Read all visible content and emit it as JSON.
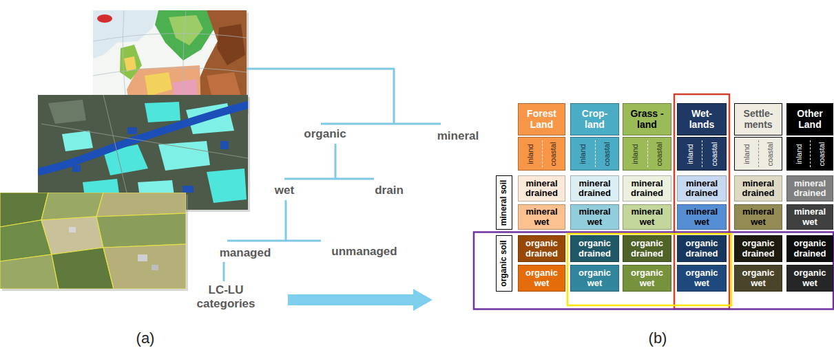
{
  "diagram": {
    "nodes": [
      {
        "text": [
          "Forest Land"
        ]
      },
      {
        "text": [
          "Crop- land"
        ]
      },
      {
        "text": [
          "Grass -land"
        ]
      },
      {
        "text": [
          "Wet- lands"
        ]
      },
      {
        "text": [
          "Settle- ments"
        ]
      },
      {
        "text": [
          "Other Land"
        ]
      },
      {
        "text": [
          "inland",
          "coastal"
        ]
      },
      {
        "text": [
          "inland",
          "coastal"
        ]
      },
      {
        "text": [
          "inland",
          "coastal"
        ]
      },
      {
        "text": [
          "inland",
          "coastal"
        ]
      },
      {
        "text": [
          "inland",
          "coastal"
        ]
      },
      {
        "text": [
          "inland",
          "coastal"
        ]
      },
      {
        "text": [
          "mineral soil"
        ]
      },
      {
        "text": [
          "mineral drained"
        ]
      },
      {
        "text": [
          "mineral drained"
        ]
      },
      {
        "text": [
          "mineral drained"
        ]
      },
      {
        "text": [
          "mineral drained"
        ]
      },
      {
        "text": [
          "mineral drained"
        ]
      },
      {
        "text": [
          "mineral drained"
        ]
      },
      {
        "text": [
          "mineral wet"
        ]
      },
      {
        "text": [
          "mineral wet"
        ]
      },
      {
        "text": [
          "mineral wet"
        ]
      },
      {
        "text": [
          "mineral wet"
        ]
      },
      {
        "text": [
          "mineral wet"
        ]
      },
      {
        "text": [
          "mineral wet"
        ]
      },
      {
        "text": [
          "organic soil"
        ]
      },
      {
        "text": [
          "organic drained"
        ]
      },
      {
        "text": [
          "organic drained"
        ]
      },
      {
        "text": [
          "organic drained"
        ]
      },
      {
        "text": [
          "organic drained"
        ]
      },
      {
        "text": [
          "organic drained"
        ]
      },
      {
        "text": [
          "organic drained"
        ]
      },
      {
        "text": [
          "organic wet"
        ]
      },
      {
        "text": [
          "organic wet"
        ]
      },
      {
        "text": [
          "organic wet"
        ]
      },
      {
        "text": [
          "organic wet"
        ]
      },
      {
        "text": [
          "organic wet"
        ]
      },
      {
        "text": [
          "organic wet"
        ]
      }
    ],
    "labels": [
      "organic",
      "mineral",
      "wet",
      "drain",
      "managed",
      "unmanaged",
      "LC-LU categories",
      "(a)",
      "(b)"
    ]
  }
}
